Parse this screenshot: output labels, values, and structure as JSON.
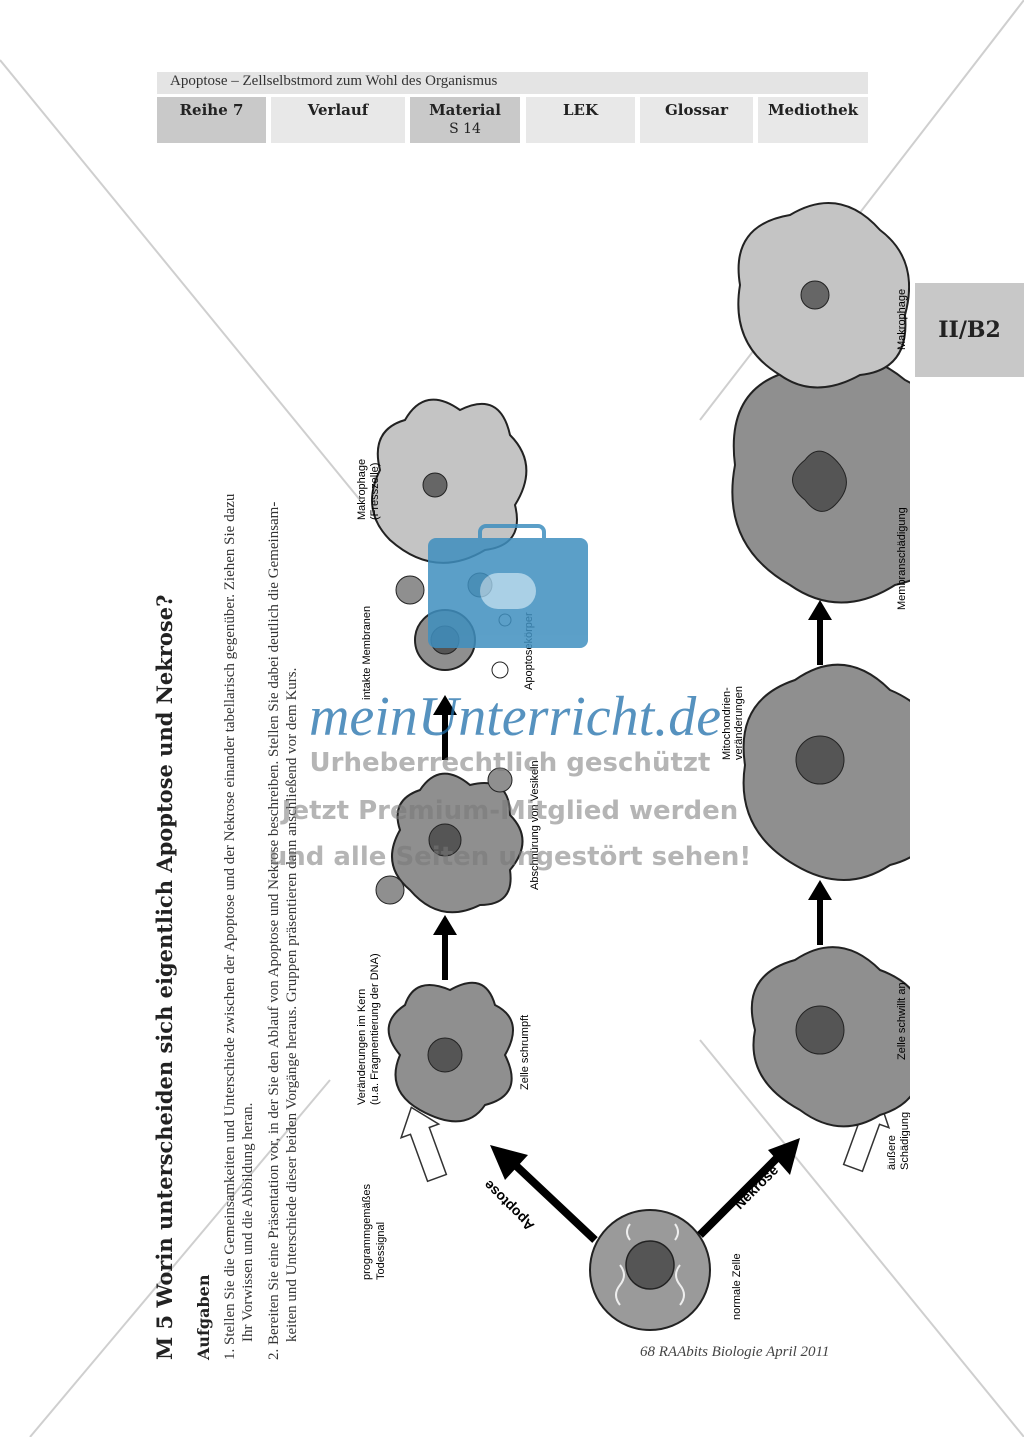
{
  "header": {
    "title": "Apoptose – Zellselbstmord zum Wohl des Organismus",
    "tabs": [
      {
        "label": "Reihe 7",
        "sub": ""
      },
      {
        "label": "Verlauf",
        "sub": ""
      },
      {
        "label": "Material",
        "sub": "S 14"
      },
      {
        "label": "LEK",
        "sub": ""
      },
      {
        "label": "Glossar",
        "sub": ""
      },
      {
        "label": "Mediothek",
        "sub": ""
      }
    ]
  },
  "side_label": "II/B2",
  "content": {
    "heading": "M 5   Worin unterscheiden sich eigentlich Apoptose und Nekrose?",
    "tasks_title": "Aufgaben",
    "task1_line1": "1.  Stellen Sie die Gemeinsamkeiten und Unterschiede zwischen der Apoptose und der Nekrose einander tabellarisch gegenüber. Ziehen Sie dazu",
    "task1_line2": "Ihr Vorwissen und die Abbildung heran.",
    "task2_line1": "2.  Bereiten Sie eine Präsentation vor, in der Sie den Ablauf von Apoptose und Nekrose beschreiben. Stellen Sie dabei deutlich die Gemeinsam-",
    "task2_line2": "keiten und Unterschiede dieser beiden Vorgänge heraus. Gruppen präsentieren dann anschließend vor dem Kurs."
  },
  "diagram": {
    "labels": {
      "normal_cell": "normale Zelle",
      "death_signal_1": "programmgemäßes",
      "death_signal_2": "Todessignal",
      "apoptosis": "Apoptose",
      "necrosis": "Nekrose",
      "external_damage_1": "äußere",
      "external_damage_2": "Schädigung",
      "nucleus_changes_1": "Veränderungen im Kern",
      "nucleus_changes_2": "(u.a. Fragmentierung der DNA)",
      "cell_shrinks": "Zelle schrumpft",
      "vesicle_budding": "Abschnürung von Vesikeln",
      "intact_membranes": "intakte Membranen",
      "apoptotic_bodies": "Apoptosekörper",
      "macrophage_1": "Makrophage",
      "macrophage_2": "(Fresszelle)",
      "cell_swells": "Zelle schwillt an",
      "mito_changes_1": "Mitochondrien-",
      "mito_changes_2": "veränderungen",
      "membrane_damage": "Membranschädigung"
    }
  },
  "watermark": {
    "brand": "meinUnterricht.de",
    "line1": "Urheberrechtlich geschützt",
    "line2": "Jetzt Premium-Mitglied werden",
    "line3": "und alle Seiten ungestört sehen!"
  },
  "footer": "68 RAAbits Biologie April 2011"
}
